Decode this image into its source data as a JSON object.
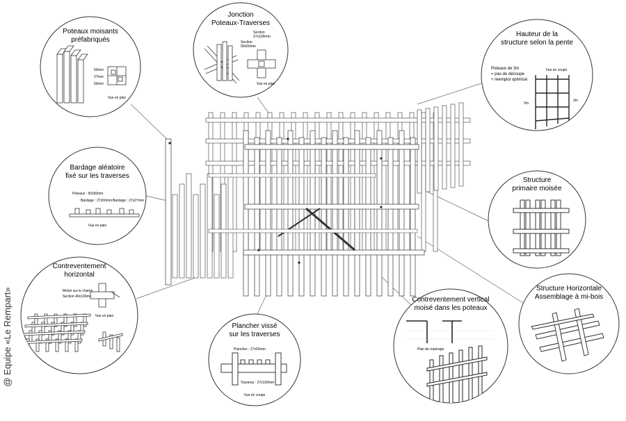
{
  "credit": "@ Equipe «Le Rempart»",
  "colors": {
    "line": "#333333",
    "light": "#888888",
    "bg": "#ffffff"
  },
  "callouts": {
    "poteaux": {
      "title_1": "Poteaux moisants",
      "title_2": "préfabriqués",
      "dim_a": "50mm",
      "dim_b": "27mm",
      "dim_c": "50mm",
      "caption": "Vue en plan"
    },
    "jonction": {
      "title_1": "Jonction",
      "title_2": "Poteaux-Traverses",
      "label_a": "Section",
      "label_a2": "27x100mm",
      "label_b": "Section",
      "label_b2": "50x50mm",
      "caption": "Vue en plan"
    },
    "hauteur": {
      "title_1": "Hauteur de la",
      "title_2": "structure selon la pente",
      "note_1": "Poteaux de 3m",
      "note_2": "= pas de découpe",
      "note_3": "+ réemploi optimisé",
      "caption": "Vue en coupe",
      "dim_left": "3m",
      "dim_right": "3m"
    },
    "bardage": {
      "title_1": "Bardage aléatoire",
      "title_2": "fixé sur les traverses",
      "label_a": "Poteaux : 50x50mm",
      "label_b": "Bardage : 27x50mm",
      "label_c": "Bardage : 27x27mm",
      "caption": "Vue en plan"
    },
    "primaire": {
      "title_1": "Structure",
      "title_2": "primaire moisée"
    },
    "contrev_h": {
      "title_1": "Contreventement",
      "title_2": "horizontal",
      "label_a": "Moisé sur le champ",
      "label_b": "Section 40x100mm",
      "caption": "Vue en plan"
    },
    "horizontale": {
      "title_1": "Structure Horizontale",
      "title_2": "Assemblage à mi-bois"
    },
    "contrev_v": {
      "title_1": "Contreventement vertical",
      "title_2": "moisé dans les poteaux",
      "caption": "Plan de repérage"
    },
    "plancher": {
      "title_1": "Plancher vissé",
      "title_2": "sur les traverses",
      "label_a": "Plancher : 27x50mm",
      "label_b": "Traverse : 27x100mm",
      "caption": "Vue en coupe"
    }
  }
}
